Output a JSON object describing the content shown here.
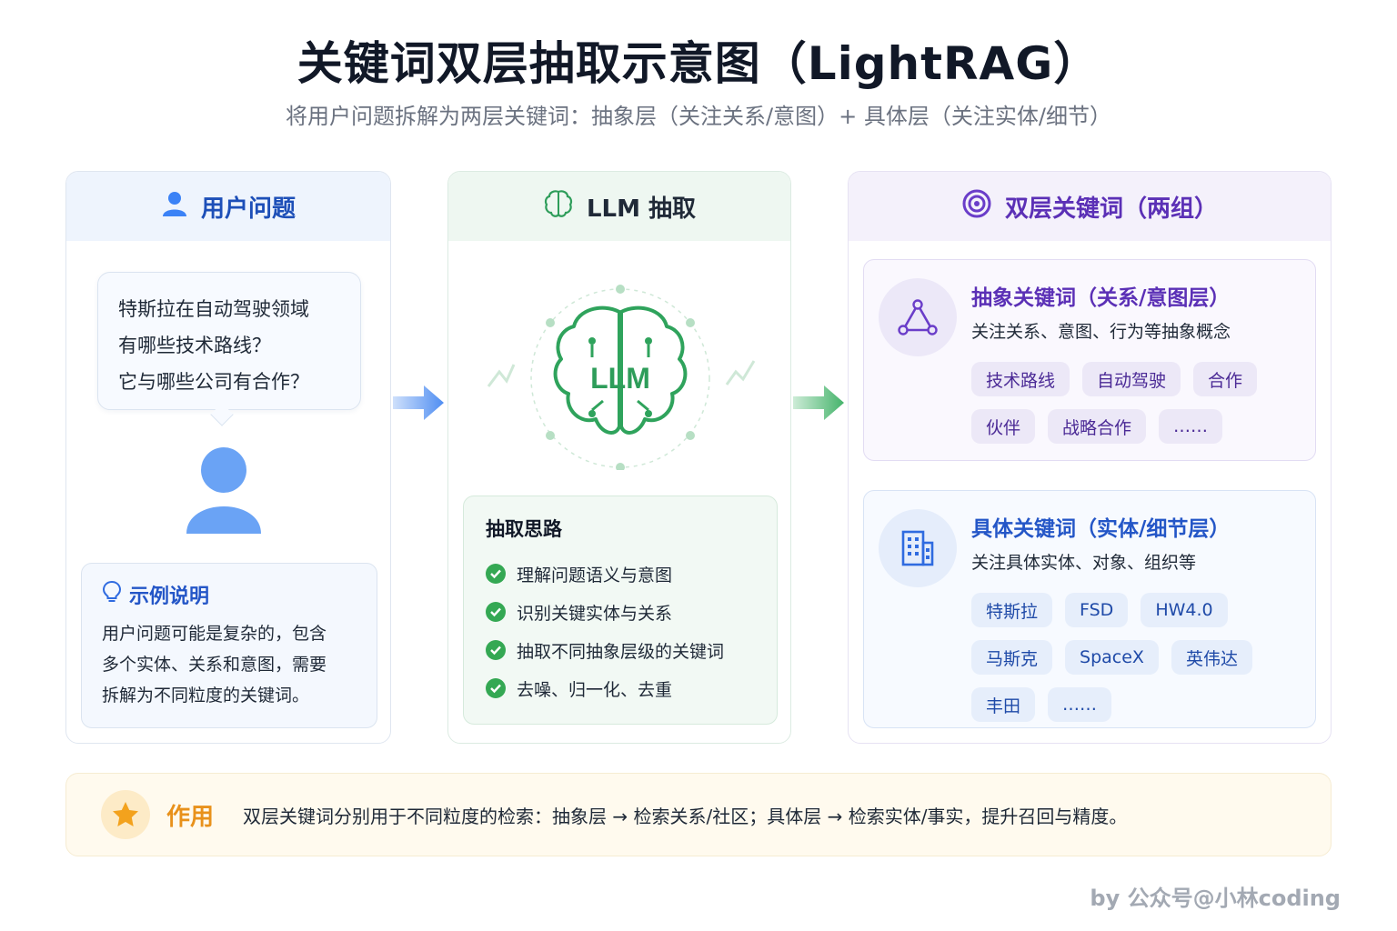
{
  "title": "关键词双层抽取示意图（LightRAG）",
  "subtitle": "将用户问题拆解为两层关键词：抽象层（关注关系/意图）+ 具体层（关注实体/细节）",
  "panel_user": {
    "heading": "用户问题",
    "question_lines": [
      "特斯拉在自动驾驶领域",
      "有哪些技术路线？",
      "它与哪些公司有合作？"
    ],
    "note_heading": "示例说明",
    "note_lines": [
      "用户问题可能是复杂的，包含",
      "多个实体、关系和意图，需要",
      "拆解为不同粒度的关键词。"
    ]
  },
  "panel_llm": {
    "heading": "LLM 抽取",
    "brain_label": "LLM",
    "steps_heading": "抽取思路",
    "steps": [
      "理解问题语义与意图",
      "识别关键实体与关系",
      "抽取不同抽象层级的关键词",
      "去噪、归一化、去重"
    ]
  },
  "panel_keywords": {
    "heading": "双层关键词（两组）",
    "abstract": {
      "title": "抽象关键词（关系/意图层）",
      "desc": "关注关系、意图、行为等抽象概念",
      "chips": [
        "技术路线",
        "自动驾驶",
        "合作",
        "伙伴",
        "战略合作",
        "……"
      ]
    },
    "concrete": {
      "title": "具体关键词（实体/细节层）",
      "desc": "关注具体实体、对象、组织等",
      "chips": [
        "特斯拉",
        "FSD",
        "HW4.0",
        "马斯克",
        "SpaceX",
        "英伟达",
        "丰田",
        "……"
      ]
    }
  },
  "effect": {
    "label": "作用",
    "text": "双层关键词分别用于不同粒度的检索：抽象层 → 检索关系/社区；具体层 → 检索实体/事实，提升召回与精度。"
  },
  "credit": "by 公众号@小林coding",
  "colors": {
    "user_blue": "#2456c7",
    "llm_green": "#34a853",
    "keyword_purple": "#5b30b6",
    "effect_orange": "#e8911b"
  },
  "icons": {
    "user_panel": "user-icon",
    "llm_panel": "brain-icon",
    "keyword_panel": "target-icon",
    "note": "lightbulb-icon",
    "abstract_card": "graph-triangle-icon",
    "concrete_card": "building-icon",
    "effect": "star-icon"
  }
}
